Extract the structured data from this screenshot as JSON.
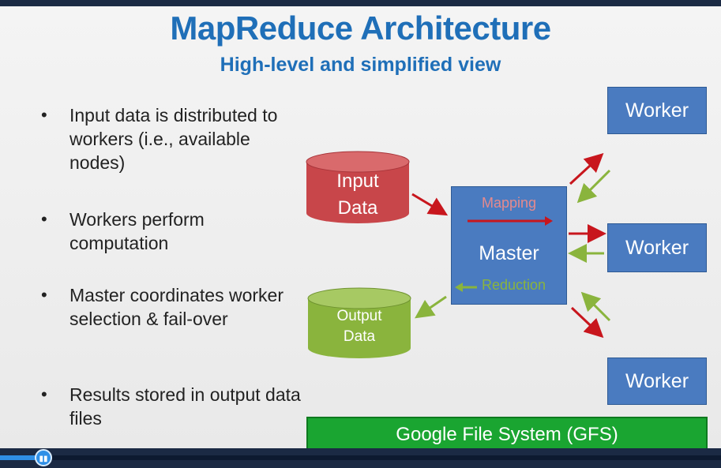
{
  "slide": {
    "title": "MapReduce Architecture",
    "subtitle": "High-level and simplified view",
    "bullets": [
      "Input data is distributed to workers (i.e., available nodes)",
      "Workers perform computation",
      "Master coordinates worker selection & fail-over",
      "Results stored in output data files"
    ]
  },
  "diagram": {
    "input_line1": "Input",
    "input_line2": "Data",
    "output_line1": "Output",
    "output_line2": "Data",
    "master": "Master",
    "mapping": "Mapping",
    "reduction": "Reduction",
    "workers": [
      "Worker",
      "Worker",
      "Worker"
    ],
    "gfs": "Google File System (GFS)"
  },
  "colors": {
    "title": "#1f6fb8",
    "master_box": "#4a7bc0",
    "input_cylinder": "#c8464a",
    "output_cylinder": "#8ab43d",
    "arrow_red": "#c8161d",
    "arrow_green": "#8ab43d",
    "gfs": "#1aa531"
  },
  "player": {
    "progress": 0.06,
    "knob_icon": "audio-wave-icon"
  }
}
